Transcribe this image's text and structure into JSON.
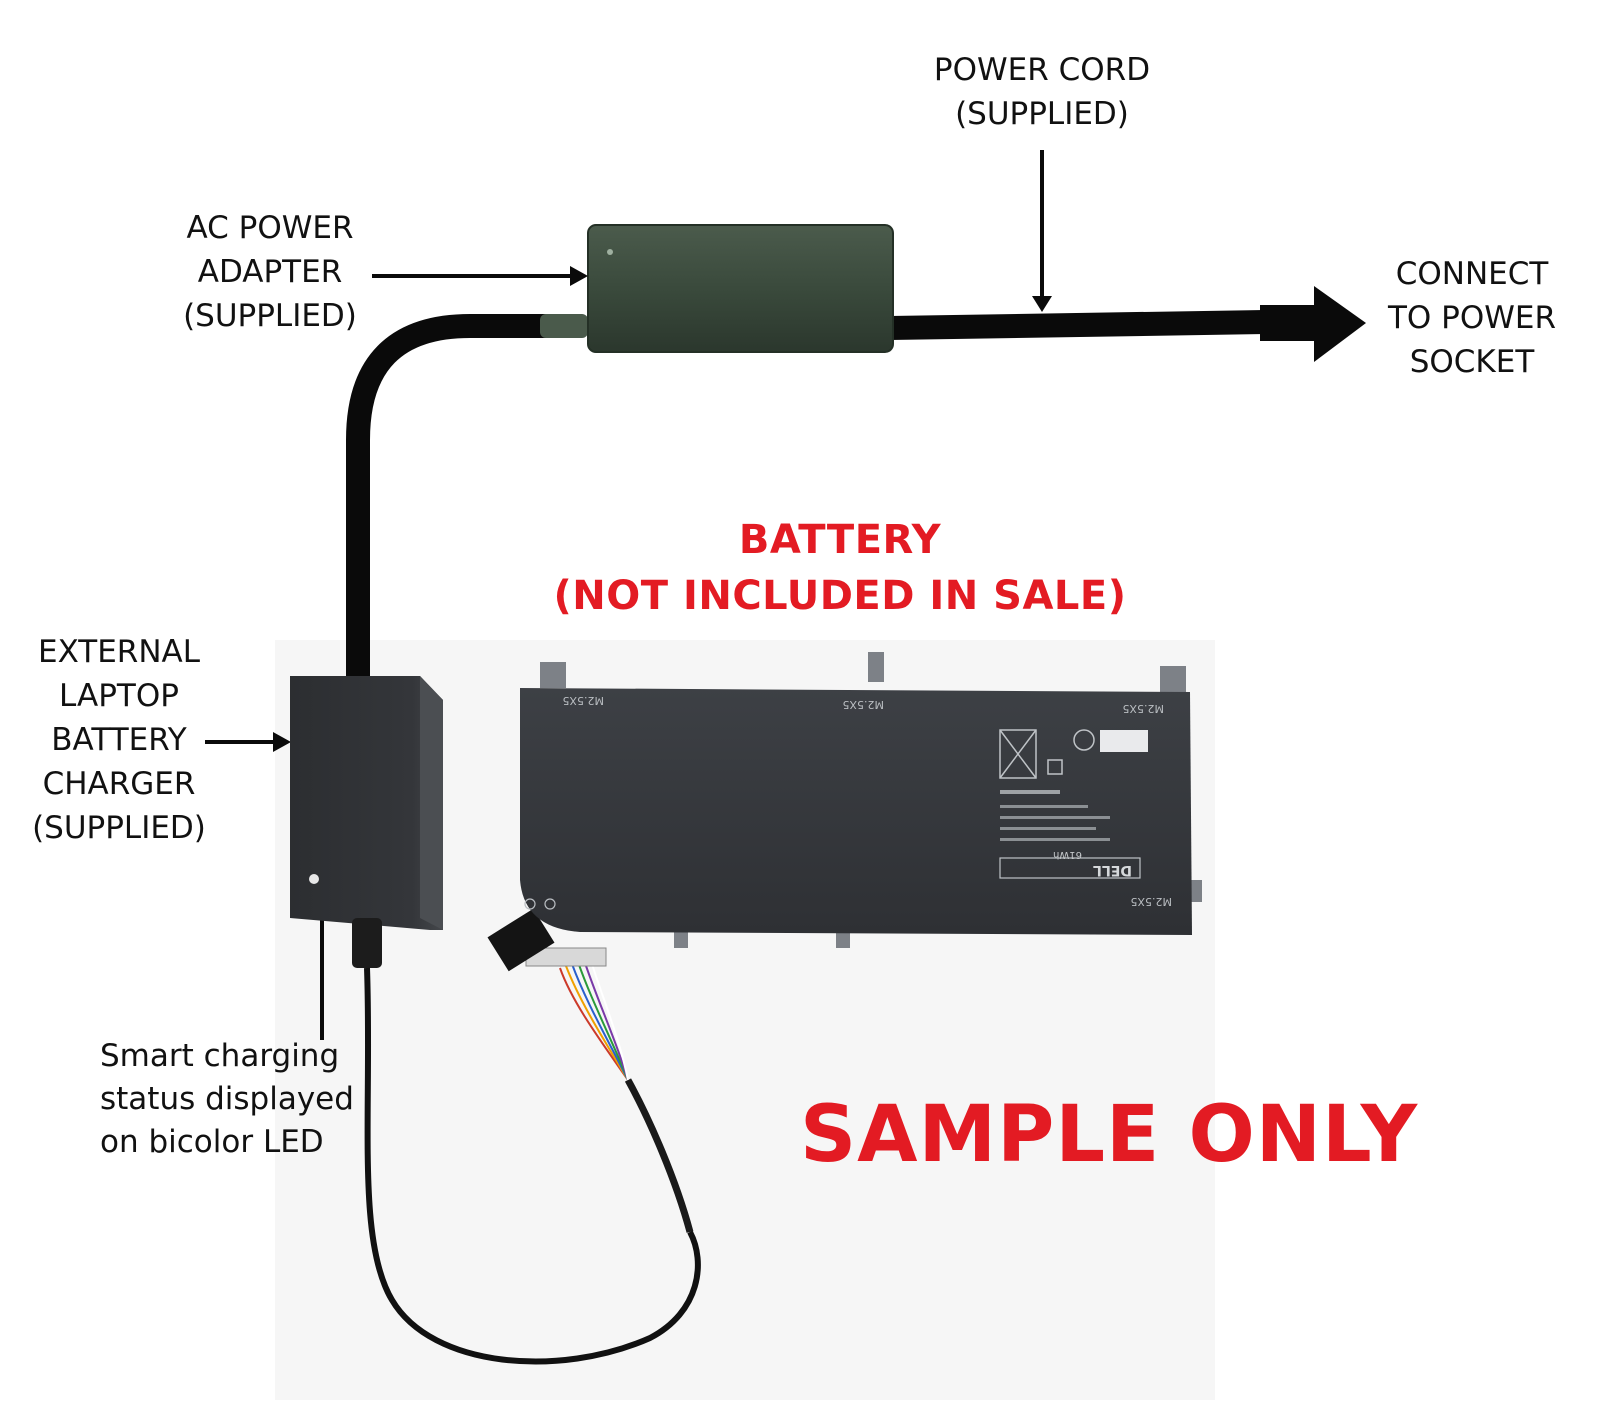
{
  "labels": {
    "power_cord": [
      "POWER CORD",
      "(SUPPLIED)"
    ],
    "ac_adapter": [
      "AC POWER",
      "ADAPTER",
      "(SUPPLIED)"
    ],
    "connect_socket": [
      "CONNECT",
      "TO POWER",
      "SOCKET"
    ],
    "battery_heading": [
      "BATTERY",
      "(NOT INCLUDED IN SALE)"
    ],
    "external_charger": [
      "EXTERNAL",
      "LAPTOP",
      "BATTERY",
      "CHARGER",
      "(SUPPLIED)"
    ],
    "smart_charging": [
      "Smart charging",
      "status displayed",
      "on bicolor LED"
    ],
    "sample_only": "SAMPLE ONLY"
  },
  "battery_markings": {
    "screw_label": "M2.5X5",
    "brand": "DELL",
    "capacity": "61Wh"
  },
  "colors": {
    "warning_red": "#e31b23",
    "adapter_green": "#3a4a3c",
    "charger_body": "#2f3134",
    "battery_body": "#34373b",
    "cable": "#0a0a0a",
    "text": "#111111"
  }
}
